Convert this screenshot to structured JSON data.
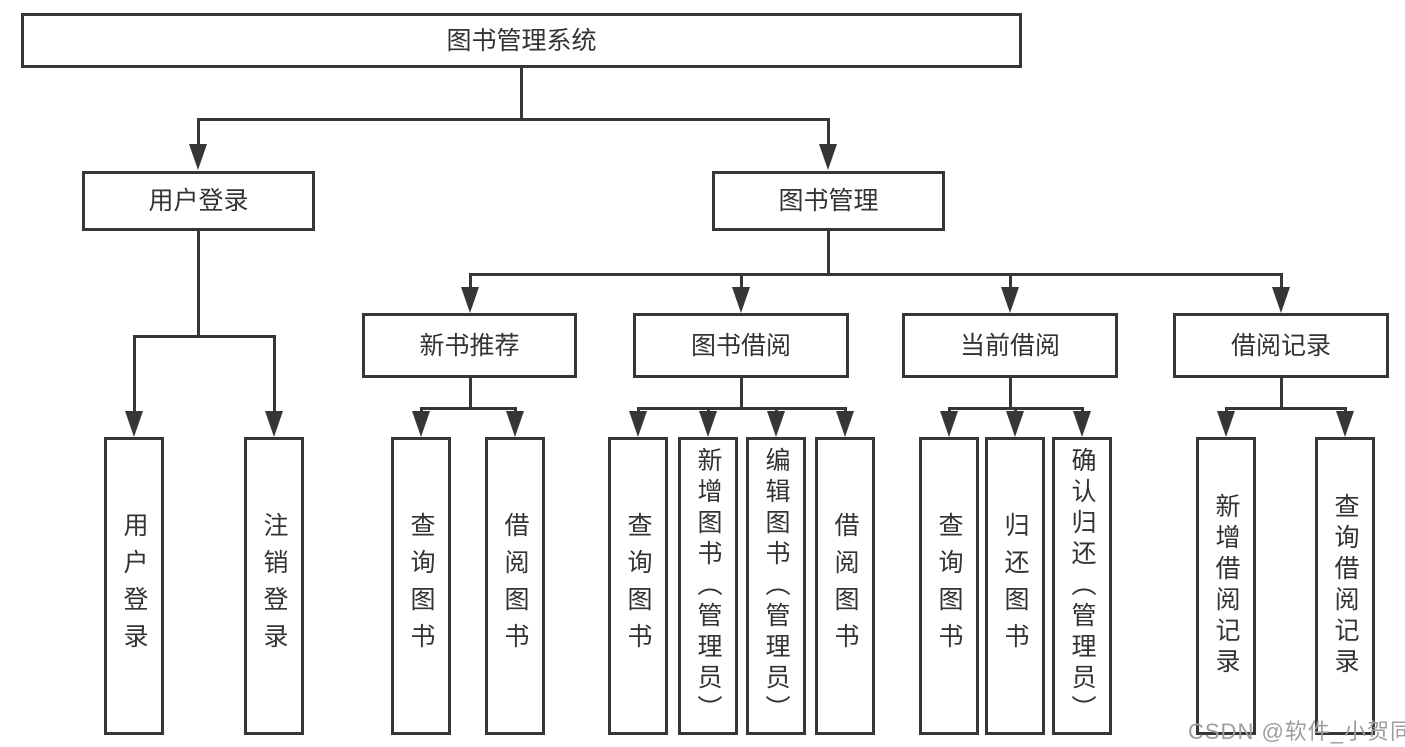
{
  "tree": {
    "label": "图书管理系统",
    "children": [
      {
        "label": "用户登录",
        "children": [
          {
            "label": "用户登录"
          },
          {
            "label": "注销登录"
          }
        ]
      },
      {
        "label": "图书管理",
        "children": [
          {
            "label": "新书推荐",
            "children": [
              {
                "label": "查询图书"
              },
              {
                "label": "借阅图书"
              }
            ]
          },
          {
            "label": "图书借阅",
            "children": [
              {
                "label": "查询图书"
              },
              {
                "label": "新增图书（管理员）"
              },
              {
                "label": "编辑图书（管理员）"
              },
              {
                "label": "借阅图书"
              }
            ]
          },
          {
            "label": "当前借阅",
            "children": [
              {
                "label": "查询图书"
              },
              {
                "label": "归还图书"
              },
              {
                "label": "确认归还（管理员）"
              }
            ]
          },
          {
            "label": "借阅记录",
            "children": [
              {
                "label": "新增借阅记录"
              },
              {
                "label": "查询借阅记录"
              }
            ]
          }
        ]
      }
    ]
  },
  "watermark": "CSDN @软件_小贺同学",
  "colors": {
    "line": "#363636",
    "text": "#333333",
    "background": "#ffffff",
    "watermark": "#9e9e9e"
  }
}
